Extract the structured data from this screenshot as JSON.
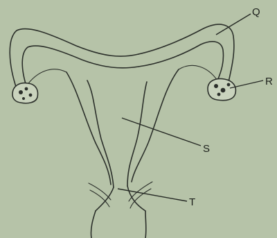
{
  "diagram": {
    "labels": {
      "q": "Q",
      "r": "R",
      "s": "S",
      "t": "T"
    }
  }
}
